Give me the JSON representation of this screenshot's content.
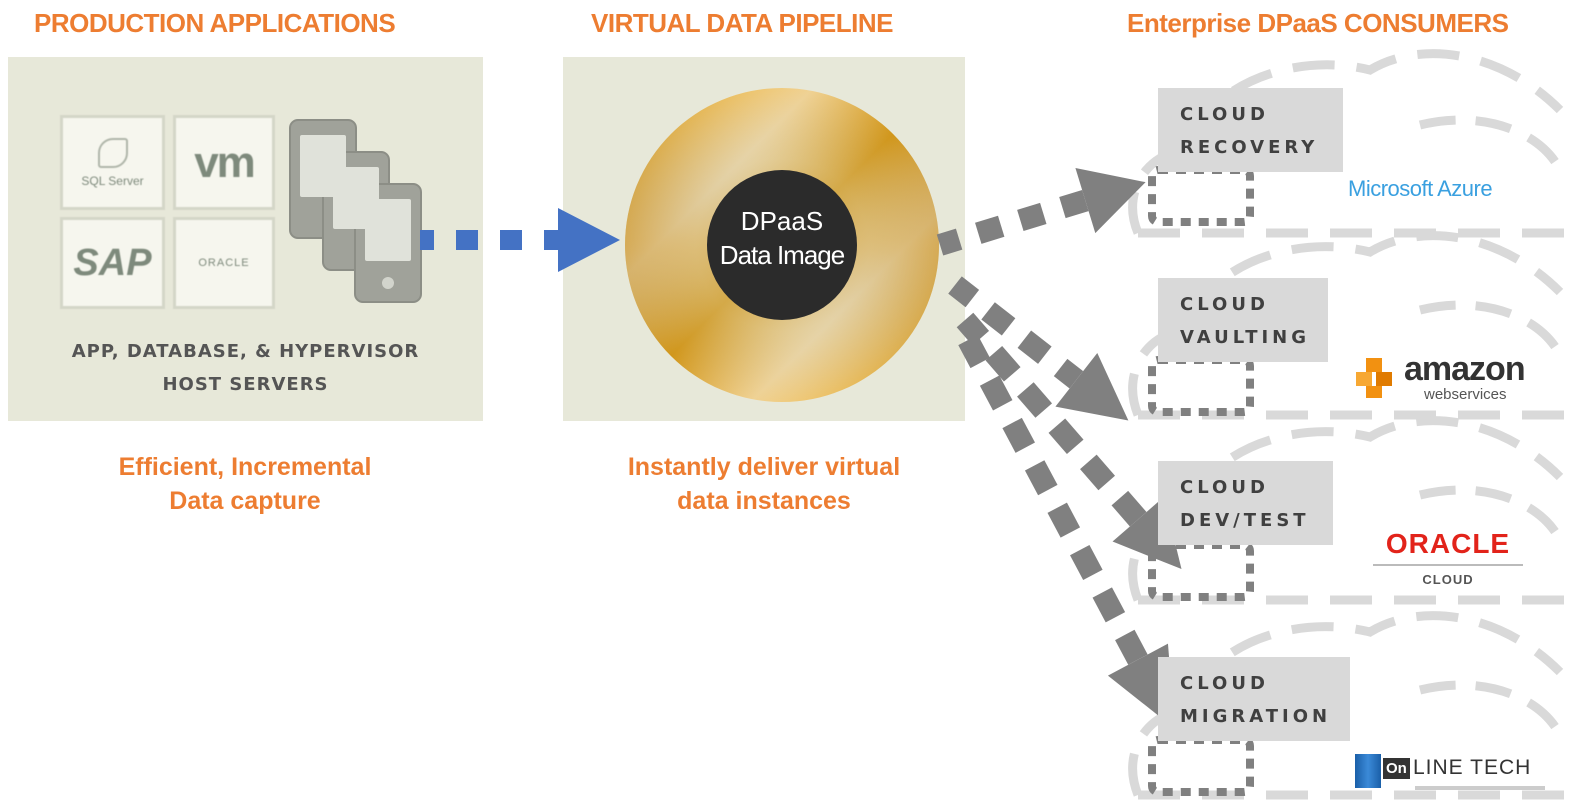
{
  "columns": {
    "production": "PRODUCTION APPLICATIONS",
    "pipeline": "VIRTUAL DATA PIPELINE",
    "consumers": "Enterprise DPaaS CONSUMERS"
  },
  "production_panel": {
    "tiles": {
      "sql": "SQL Server",
      "vm": "vm",
      "sap": "SAP",
      "oracle": "ORACLE"
    },
    "caption_line1": "APP, DATABASE, & HYPERVISOR",
    "caption_line2": "HOST SERVERS",
    "note_line1": "Efficient, Incremental",
    "note_line2": "Data capture"
  },
  "pipeline_panel": {
    "disc_line1": "DPaaS",
    "disc_line2": "Data Image",
    "note_line1": "Instantly deliver virtual",
    "note_line2": "data instances"
  },
  "consumers": [
    {
      "line1": "CLOUD",
      "line2": "RECOVERY",
      "vendor": "Microsoft Azure"
    },
    {
      "line1": "CLOUD",
      "line2": "VAULTING",
      "vendor": "amazon",
      "vendor_sub": "webservices"
    },
    {
      "line1": "CLOUD",
      "line2": "DEV/TEST",
      "vendor": "ORACLE",
      "vendor_sub": "CLOUD"
    },
    {
      "line1": "CLOUD",
      "line2": "MIGRATION",
      "vendor": "On",
      "vendor_sub": "LINE TECH"
    }
  ],
  "colors": {
    "accent_orange": "#ed7d31",
    "flow_blue": "#4472c4",
    "flow_gray": "#808080",
    "panel_bg": "#e7e8d9",
    "disc_gold": "#e6a520",
    "disc_center": "#2b2b2b"
  }
}
